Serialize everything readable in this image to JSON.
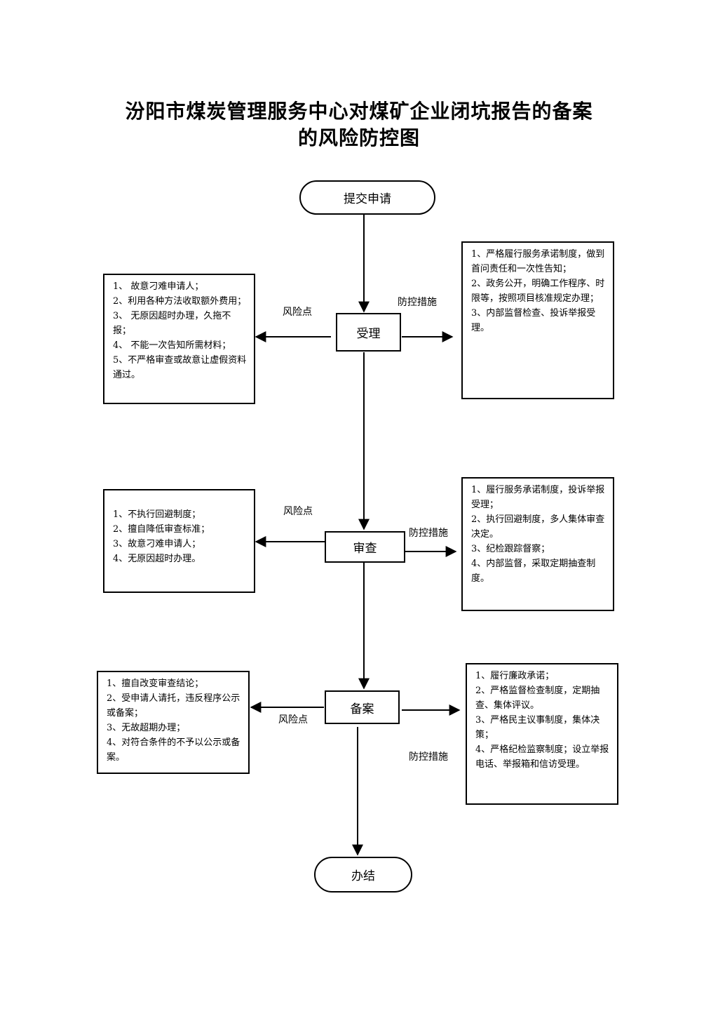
{
  "title": {
    "line1": "汾阳市煤炭管理服务中心对煤矿企业闭坑报告的备案",
    "line2": "的风险防控图"
  },
  "nodes": {
    "start": "提交申请",
    "step1": "受理",
    "step2": "审查",
    "step3": "备案",
    "end": "办结"
  },
  "labels": {
    "risk": "风险点",
    "measures": "防控措施"
  },
  "risks": {
    "step1": [
      "1、  故意刁难申请人；",
      "2、利用各种方法收取额外费用；",
      "3、  无原因超时办理，久拖不报；",
      "4、  不能一次告知所需材料；",
      "5、不严格审查或故意让虚假资料通过。"
    ],
    "step2": [
      "1、不执行回避制度；",
      "2、擅自降低审查标准；",
      "3、故意刁难申请人；",
      "4、无原因超时办理。"
    ],
    "step3": [
      "1、擅自改变审查结论；",
      "2、受申请人请托，违反程序公示或备案；",
      "3、无故超期办理；",
      "4、对符合条件的不予以公示或备案。"
    ]
  },
  "measures": {
    "step1": [
      "1、严格履行服务承诺制度，做到首问责任和一次性告知；",
      "2、政务公开，明确工作程序、时限等，按照项目核准规定办理；",
      "3、内部监督检查、投诉举报受理。"
    ],
    "step2": [
      "1、履行服务承诺制度，投诉举报受理；",
      "2、执行回避制度，多人集体审查决定。",
      "3、纪检跟踪督察；",
      "4、内部监督，采取定期抽查制度。"
    ],
    "step3": [
      "1、履行廉政承诺；",
      "2、严格监督检查制度，定期抽查、集体评议。",
      "3、严格民主议事制度，集体决策；",
      "4、严格纪检监察制度；设立举报电话、举报箱和信访受理。"
    ]
  }
}
